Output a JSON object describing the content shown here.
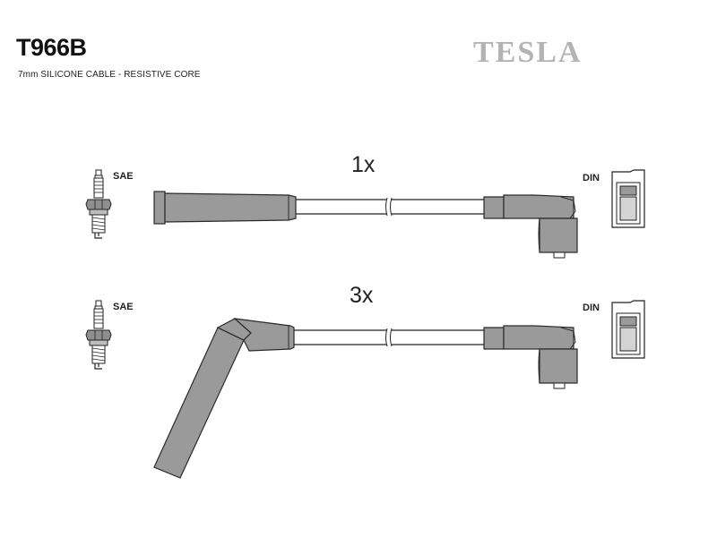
{
  "header": {
    "part_number": "T966B",
    "description": "7mm SILICONE CABLE - RESISTIVE CORE",
    "brand": "TESLA"
  },
  "cables": [
    {
      "quantity": "1x",
      "plug_standard": "SAE",
      "distributor_standard": "DIN",
      "plug_boot": "straight",
      "distributor_boot": "90-degree"
    },
    {
      "quantity": "3x",
      "plug_standard": "SAE",
      "distributor_standard": "DIN",
      "plug_boot": "angled",
      "distributor_boot": "90-degree"
    }
  ],
  "colors": {
    "boot_fill": "#9a9a9a",
    "boot_stroke": "#2a2a2a",
    "brand_text": "#b3b3b3"
  }
}
